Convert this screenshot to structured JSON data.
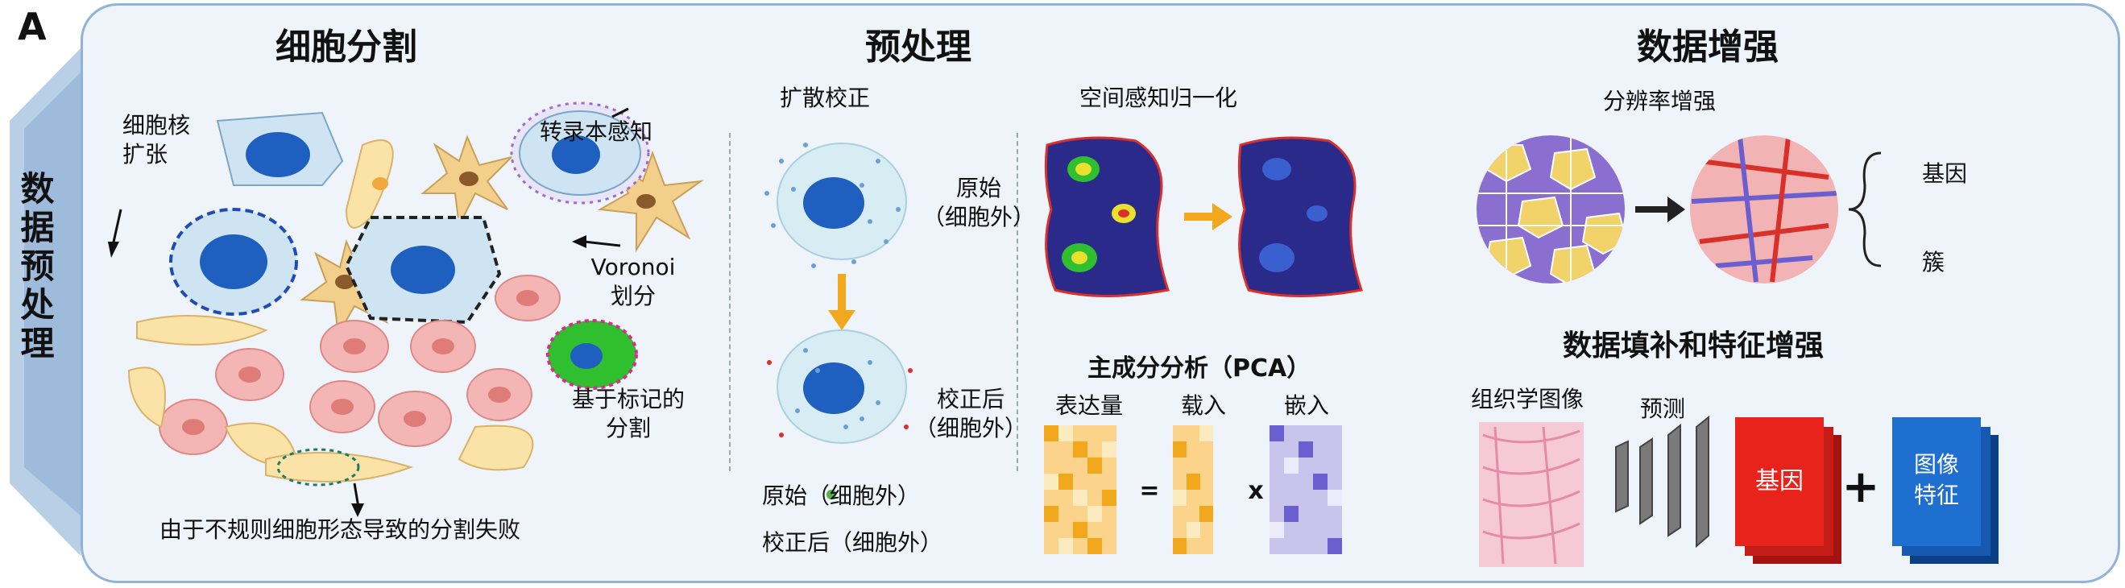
{
  "panel_letter": "A",
  "side_label": "数据预处理",
  "segmentation": {
    "title": "细胞分割",
    "nucleus_expansion": "细胞核\n扩张",
    "transcript_aware": "转录本感知",
    "voronoi": "Voronoi\n划分",
    "marker_based": "基于标记的\n分割",
    "failure_note": "由于不规则细胞形态导致的分割失败"
  },
  "preprocessing": {
    "title": "预处理",
    "diffusion_title": "扩散校正",
    "original_label": "原始\n（细胞外）",
    "corrected_label": "校正后\n（细胞外）",
    "legend_original": "原始（细胞外）",
    "legend_corrected": "校正后（细胞外）",
    "spatial_norm_title": "空间感知归一化",
    "pca_title": "主成分分析（PCA）",
    "expression": "表达量",
    "loadings": "载入",
    "embedding": "嵌入",
    "equals": "=",
    "times": "x"
  },
  "augmentation": {
    "title": "数据增强",
    "resolution_title": "分辨率增强",
    "gene": "基因",
    "cluster": "簇",
    "imputation_title": "数据填补和特征增强",
    "histology": "组织学图像",
    "predict": "预测",
    "gene_box": "基因",
    "plus": "+",
    "image_feature": "图像\n特征"
  },
  "colors": {
    "border": "#8fb4d6",
    "panel_bg": "#eef4fa",
    "nucleus": "#1f5fbf",
    "cell_pink": "#f4b6b4",
    "cell_yellow": "#fbe3a8",
    "arrow_orange": "#f2a81d",
    "gene_red": "#e8231c",
    "feature_blue": "#1f6fd0"
  }
}
